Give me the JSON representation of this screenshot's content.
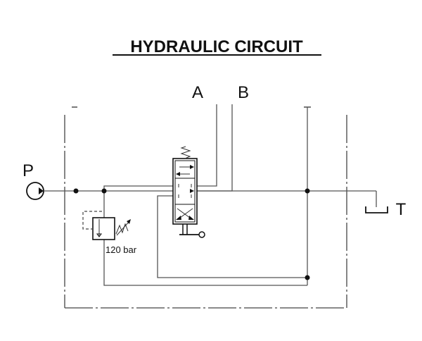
{
  "title": "HYDRAULIC CIRCUIT",
  "ports": {
    "a": "A",
    "b": "B",
    "p": "P",
    "t": "T"
  },
  "relief_valve": {
    "setting": "120 bar"
  }
}
